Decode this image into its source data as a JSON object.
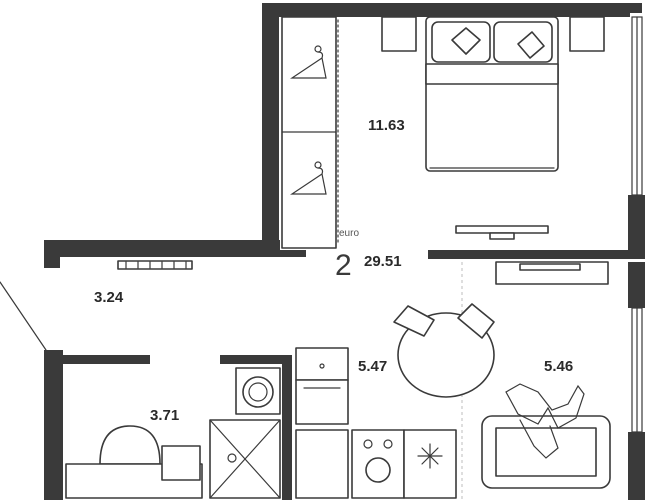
{
  "plan": {
    "rooms_count": "2",
    "rooms_suffix": "euro",
    "total_area": "29.51",
    "areas": {
      "bedroom": "11.63",
      "hall": "3.24",
      "bathroom": "3.71",
      "kitchen": "5.47",
      "living": "5.46"
    }
  }
}
